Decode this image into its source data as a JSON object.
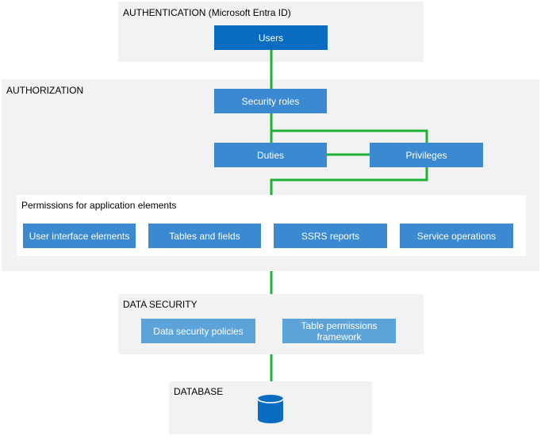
{
  "authentication": {
    "title": "AUTHENTICATION (Microsoft Entra ID)",
    "users_label": "Users"
  },
  "authorization": {
    "title": "AUTHORIZATION",
    "security_roles_label": "Security roles",
    "duties_label": "Duties",
    "privileges_label": "Privileges",
    "permissions": {
      "title": "Permissions for application elements",
      "items": [
        {
          "label": "User interface elements"
        },
        {
          "label": "Tables and fields"
        },
        {
          "label": "SSRS reports"
        },
        {
          "label": "Service operations"
        }
      ]
    }
  },
  "data_security": {
    "title": "DATA SECURITY",
    "policies_label": "Data security policies",
    "table_permissions_label": "Table permissions framework"
  },
  "database": {
    "title": "DATABASE",
    "icon": "database-cylinder-icon"
  },
  "colors": {
    "panel_bg": "#f2f2f2",
    "box_dark": "#0a6cc1",
    "box_mid": "#3b8ad1",
    "box_light": "#5ba3d9",
    "connector": "#1db33b",
    "database_icon": "#0a6cc1"
  }
}
